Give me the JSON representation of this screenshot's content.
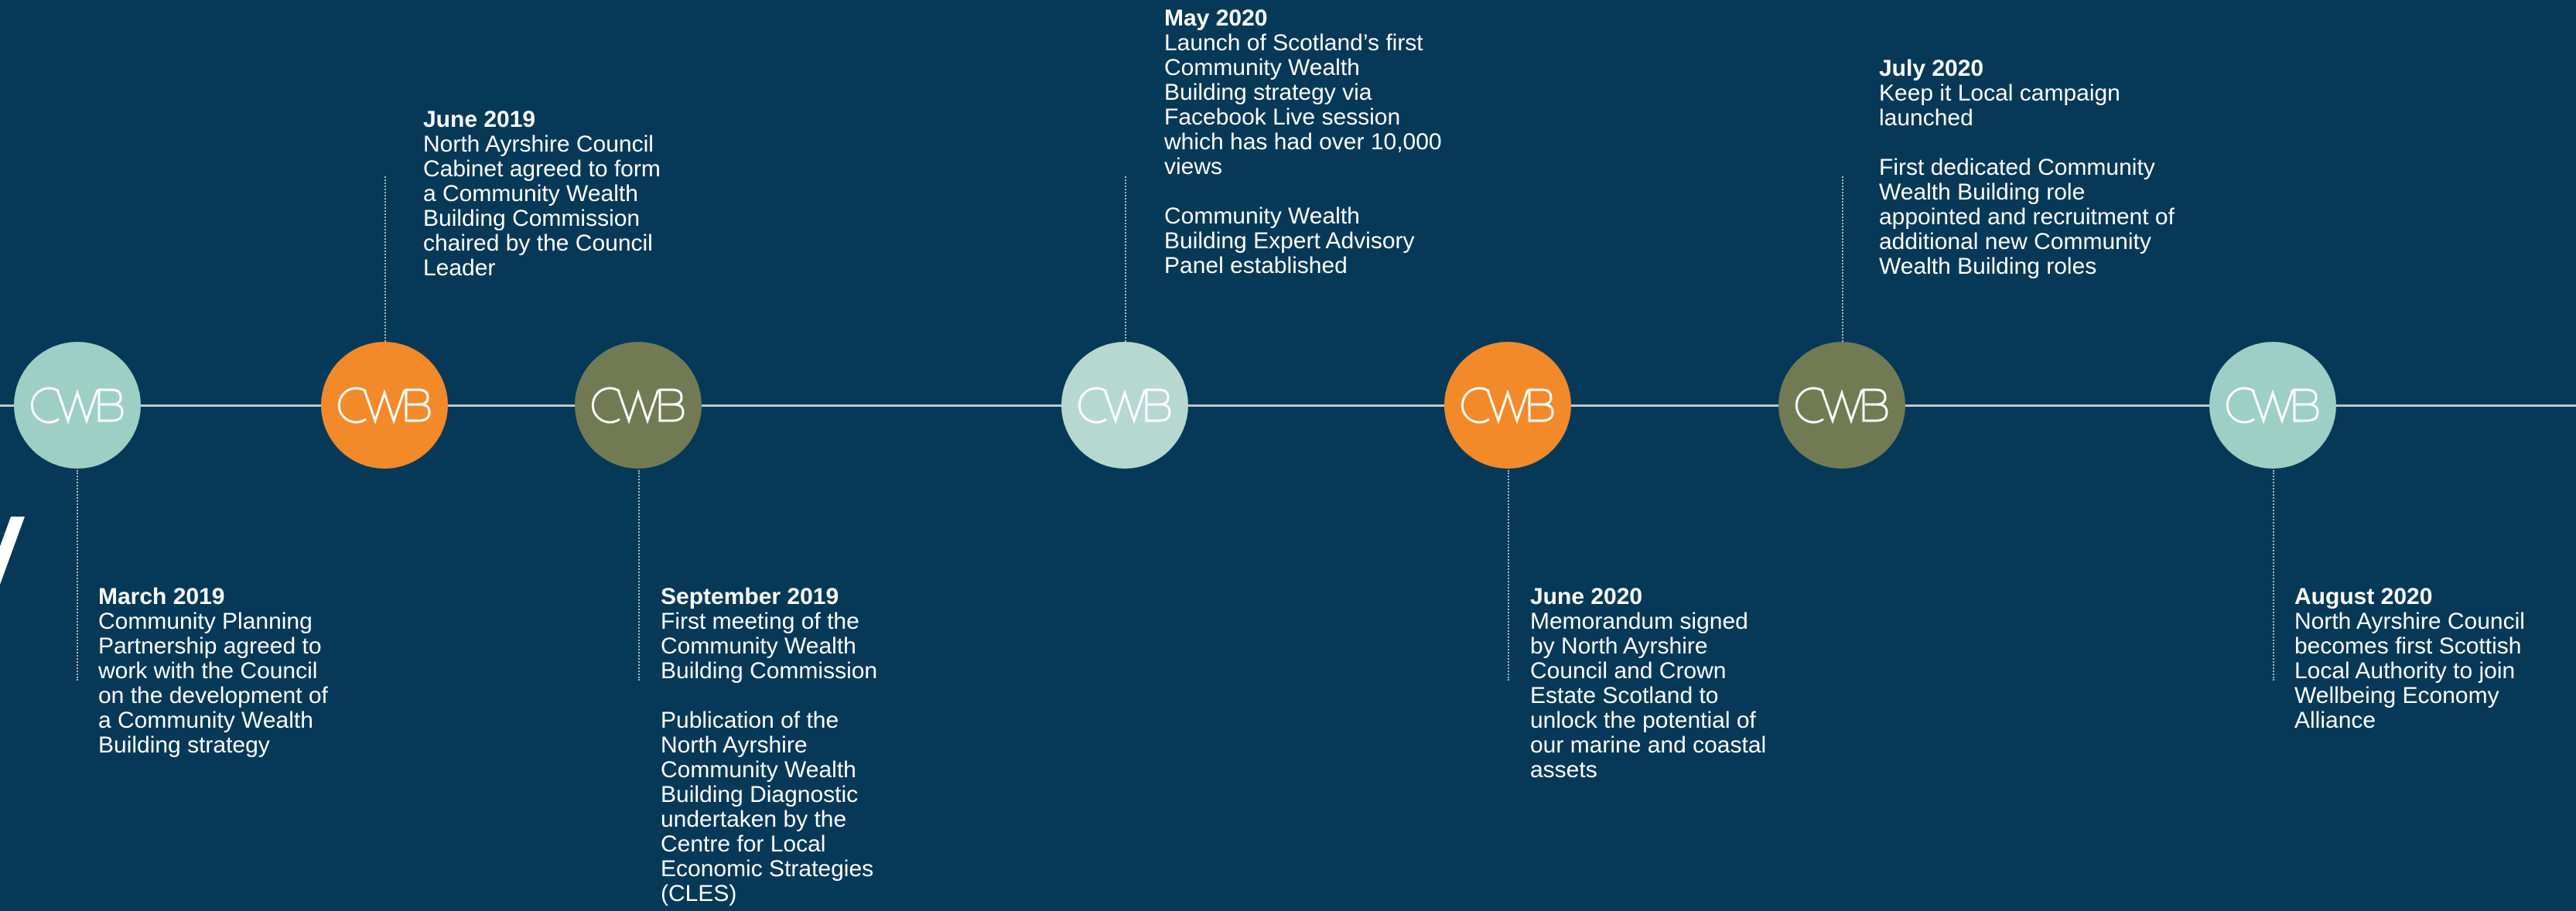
{
  "colors": {
    "background": "#053957",
    "axis": "#b9c9d0",
    "mint": "#9ecfc4",
    "orange": "#f28a2a",
    "olive": "#727a53",
    "pale": "#b7d8d0"
  },
  "logo_text": "CWB",
  "events": [
    {
      "date": "March 2019",
      "lines": [
        "Community Planning",
        "Partnership agreed to",
        "work with the Council",
        "on the development of",
        "a Community Wealth",
        "Building strategy"
      ]
    },
    {
      "date": "June 2019",
      "lines": [
        "North Ayrshire Council",
        "Cabinet agreed to form",
        "a Community Wealth",
        "Building Commission",
        "chaired by the Council",
        "Leader"
      ]
    },
    {
      "date": "September 2019",
      "lines": [
        "First meeting of the",
        "Community Wealth",
        "Building Commission"
      ],
      "lines2": [
        "Publication of the",
        "North Ayrshire",
        "Community Wealth",
        "Building Diagnostic",
        "undertaken by the",
        "Centre for Local",
        "Economic Strategies",
        "(CLES)"
      ]
    },
    {
      "date": "May 2020",
      "lines": [
        "Launch of Scotland’s first",
        "Community Wealth",
        "Building strategy via",
        "Facebook Live session",
        "which has had over 10,000",
        "views"
      ],
      "lines2": [
        "Community Wealth",
        "Building Expert Advisory",
        "Panel established"
      ]
    },
    {
      "date": "June 2020",
      "lines": [
        "Memorandum signed",
        "by North Ayrshire",
        "Council and Crown",
        "Estate Scotland to",
        "unlock the potential of",
        "our marine and coastal",
        "assets"
      ]
    },
    {
      "date": "July 2020",
      "lines": [
        "Keep it Local campaign",
        "launched"
      ],
      "lines2": [
        "First dedicated Community",
        "Wealth Building role",
        "appointed and recruitment of",
        "additional new Community",
        "Wealth Building roles"
      ]
    },
    {
      "date": "August 2020",
      "lines": [
        "North Ayrshire Council",
        "becomes first Scottish",
        "Local Authority to join",
        "Wellbeing Economy",
        "Alliance"
      ]
    }
  ]
}
